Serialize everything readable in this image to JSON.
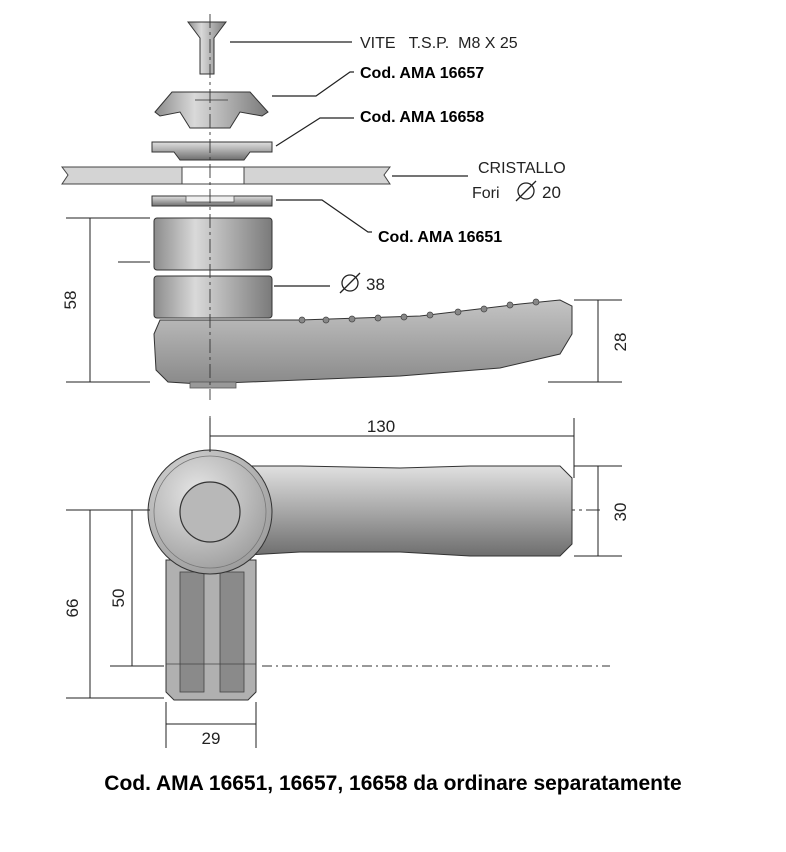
{
  "labels": {
    "screw": "VITE   T.S.P.  M8 X 25",
    "part_16657": "Cod. AMA 16657",
    "part_16658": "Cod. AMA 16658",
    "glass": "CRISTALLO",
    "holes": "Fori",
    "hole_diameter": "20",
    "part_16651": "Cod. AMA 16651",
    "diameter_38": "38"
  },
  "dimensions": {
    "height_58": "58",
    "height_28": "28",
    "length_130": "130",
    "width_30": "30",
    "length_66": "66",
    "length_50": "50",
    "width_29": "29"
  },
  "footer": {
    "note": "Cod. AMA 16651, 16657, 16658 da ordinare separatamente"
  },
  "colors": {
    "metal_light": "#d8d8d8",
    "metal_mid": "#a6a6a6",
    "metal_dark": "#6e6e6e",
    "outline": "#333333"
  }
}
